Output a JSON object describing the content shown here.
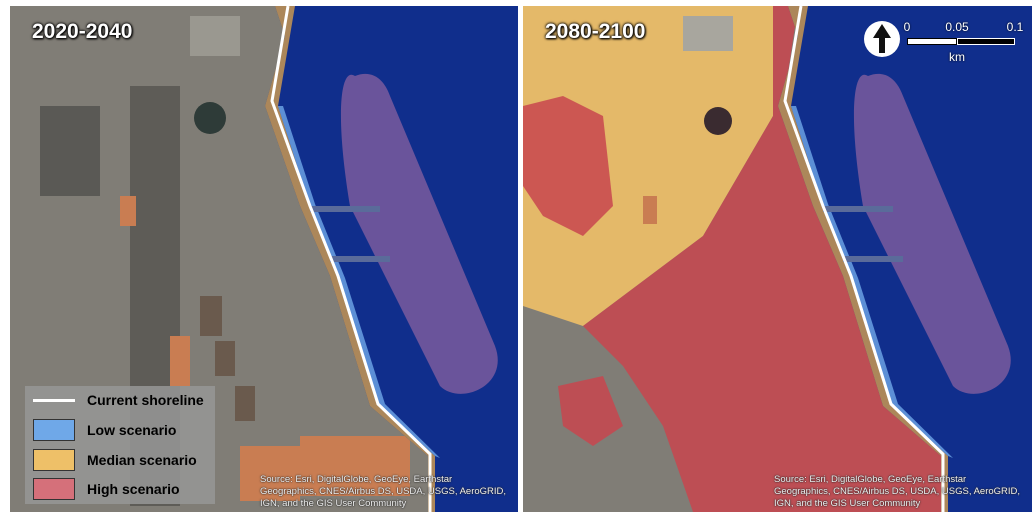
{
  "panels": [
    {
      "title": "2020-2040"
    },
    {
      "title": "2080-2100"
    }
  ],
  "legend": {
    "items": [
      {
        "label": "Current shoreline",
        "kind": "line",
        "color": "#ffffff"
      },
      {
        "label": "Low scenario",
        "kind": "fill",
        "color": "#6fa8e8"
      },
      {
        "label": "Median scenario",
        "kind": "fill",
        "color": "#eec068"
      },
      {
        "label": "High scenario",
        "kind": "fill",
        "color": "#d5707a"
      }
    ]
  },
  "scale_bar": {
    "ticks": [
      "0",
      "0.05",
      "0.1"
    ],
    "unit": "km"
  },
  "attribution": "Source: Esri, DigitalGlobe, GeoEye, Earthstar Geographics, CNES/Airbus DS, USDA, USGS, AeroGRID, IGN, and the GIS User Community",
  "colors": {
    "water": "#102e8c",
    "land": "#807d76",
    "low_scenario": "#6fa8e8",
    "median_scenario": "#eec068",
    "high_scenario": "#d5707a",
    "ship": "#7a5a9e"
  }
}
